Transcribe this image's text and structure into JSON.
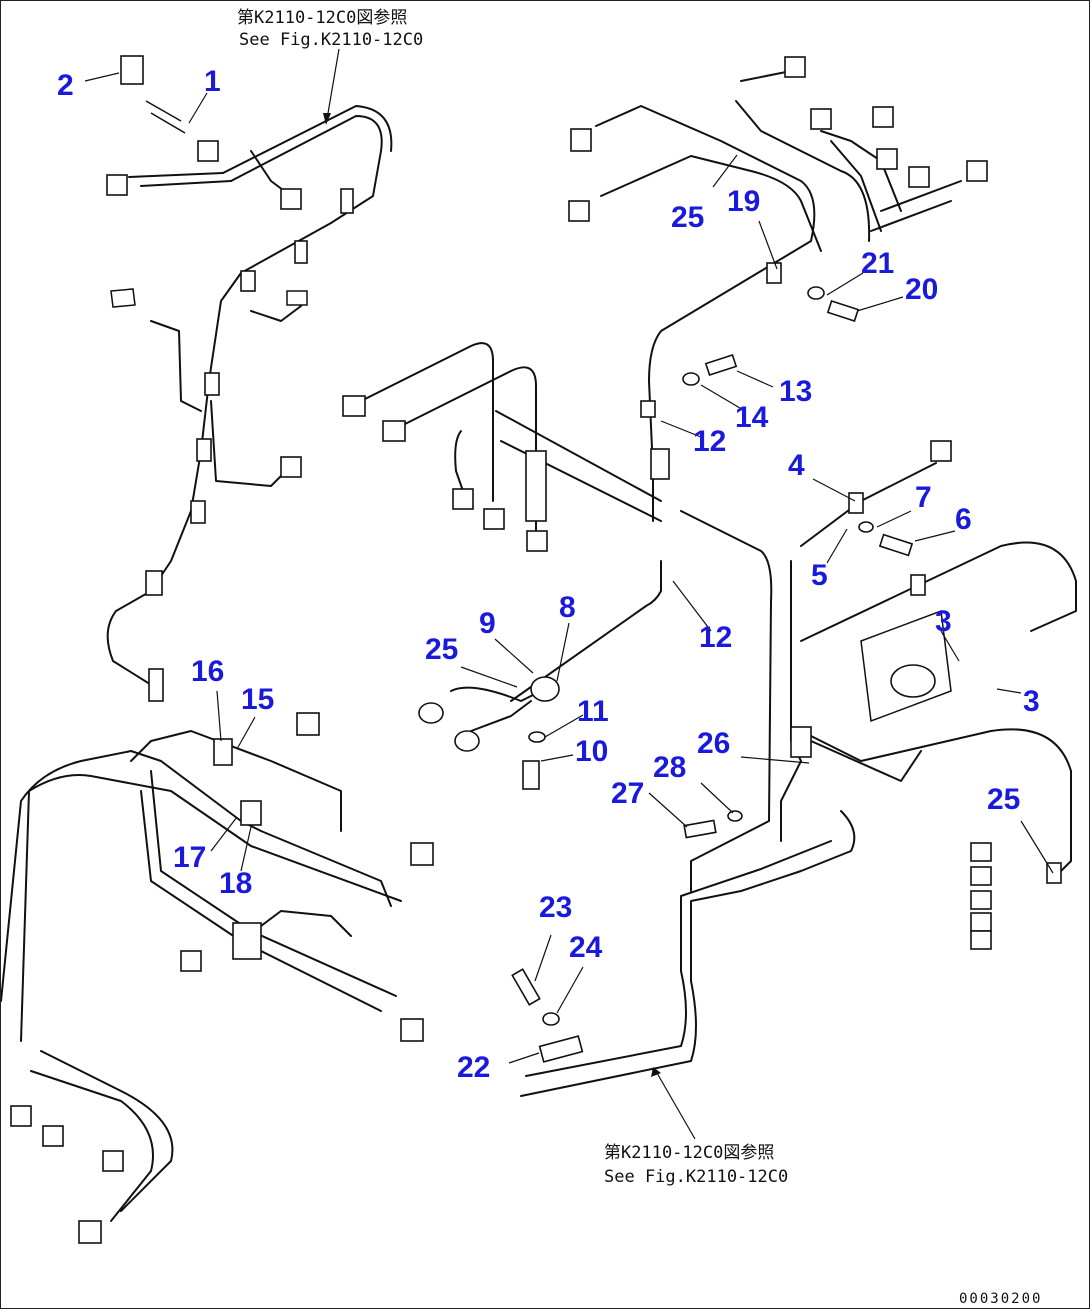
{
  "diagram": {
    "reference_top": {
      "line1": "第K2110-12C0図参照",
      "line2": "See Fig.K2110-12C0"
    },
    "reference_bottom": {
      "line1": "第K2110-12C0図参照",
      "line2": "See Fig.K2110-12C0"
    },
    "drawing_number": "00030200",
    "callouts": [
      {
        "id": "c1",
        "label": "1"
      },
      {
        "id": "c2",
        "label": "2"
      },
      {
        "id": "c3a",
        "label": "3"
      },
      {
        "id": "c3b",
        "label": "3"
      },
      {
        "id": "c4",
        "label": "4"
      },
      {
        "id": "c5",
        "label": "5"
      },
      {
        "id": "c6",
        "label": "6"
      },
      {
        "id": "c7",
        "label": "7"
      },
      {
        "id": "c8",
        "label": "8"
      },
      {
        "id": "c9",
        "label": "9"
      },
      {
        "id": "c10",
        "label": "10"
      },
      {
        "id": "c11",
        "label": "11"
      },
      {
        "id": "c12a",
        "label": "12"
      },
      {
        "id": "c12b",
        "label": "12"
      },
      {
        "id": "c13",
        "label": "13"
      },
      {
        "id": "c14",
        "label": "14"
      },
      {
        "id": "c15",
        "label": "15"
      },
      {
        "id": "c16",
        "label": "16"
      },
      {
        "id": "c17",
        "label": "17"
      },
      {
        "id": "c18",
        "label": "18"
      },
      {
        "id": "c19",
        "label": "19"
      },
      {
        "id": "c20",
        "label": "20"
      },
      {
        "id": "c21",
        "label": "21"
      },
      {
        "id": "c22",
        "label": "22"
      },
      {
        "id": "c23",
        "label": "23"
      },
      {
        "id": "c24",
        "label": "24"
      },
      {
        "id": "c25a",
        "label": "25"
      },
      {
        "id": "c25b",
        "label": "25"
      },
      {
        "id": "c25c",
        "label": "25"
      },
      {
        "id": "c26",
        "label": "26"
      },
      {
        "id": "c27",
        "label": "27"
      },
      {
        "id": "c28",
        "label": "28"
      }
    ],
    "colors": {
      "callout": "#1a1adc",
      "line": "#111111",
      "background": "#ffffff"
    }
  }
}
